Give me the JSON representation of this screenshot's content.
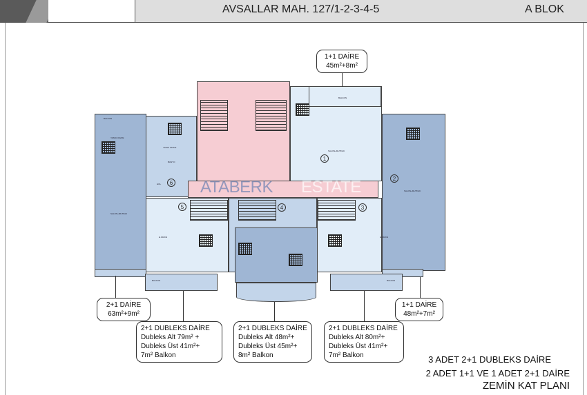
{
  "header": {
    "title": "AVSALLAR MAH. 127/1-2-3-4-5",
    "block": "A BLOK"
  },
  "watermark": {
    "part1": "ATABERK",
    "part2": "ESTATE"
  },
  "colors": {
    "unit_dark": "#9fb6d4",
    "unit_mid": "#c3d5ea",
    "unit_light": "#e1edf8",
    "core": "#f6cdd3"
  },
  "unit_numbers": [
    "1",
    "2",
    "3",
    "4",
    "5",
    "6"
  ],
  "room_labels": {
    "bedroom": "YATAK ODASI",
    "living": "SALON+MUTFAK",
    "bath": "BANYO",
    "hall": "HOL",
    "balcony": "BALKON",
    "bedroom2": "E.ODASI"
  },
  "callouts": {
    "top": {
      "title": "1+1 DAİRE",
      "area": "45m²+8m²"
    },
    "left": {
      "title": "2+1 DAİRE",
      "area": "63m²+9m²"
    },
    "right": {
      "title": "1+1 DAİRE",
      "area": "48m²+7m²"
    },
    "duplex": [
      {
        "title": "2+1 DUBLEKS DAİRE",
        "l1": "Dubleks Alt 79m² +",
        "l2": "Dubleks Üst 41m²+",
        "l3": "7m² Balkon"
      },
      {
        "title": "2+1 DUBLEKS DAİRE",
        "l1": "Dubleks Alt  48m²+",
        "l2": "Dubleks Üst 45m²+",
        "l3": "8m² Balkon"
      },
      {
        "title": "2+1 DUBLEKS DAİRE",
        "l1": "Dubleks Alt  80m²+",
        "l2": "Dubleks Üst 41m²+",
        "l3": "7m² Balkon"
      }
    ]
  },
  "summary": {
    "line1": "3 ADET 2+1 DUBLEKS DAİRE",
    "line2": "2 ADET 1+1 VE 1 ADET 2+1 DAİRE",
    "line3": "ZEMİN KAT PLANI"
  }
}
